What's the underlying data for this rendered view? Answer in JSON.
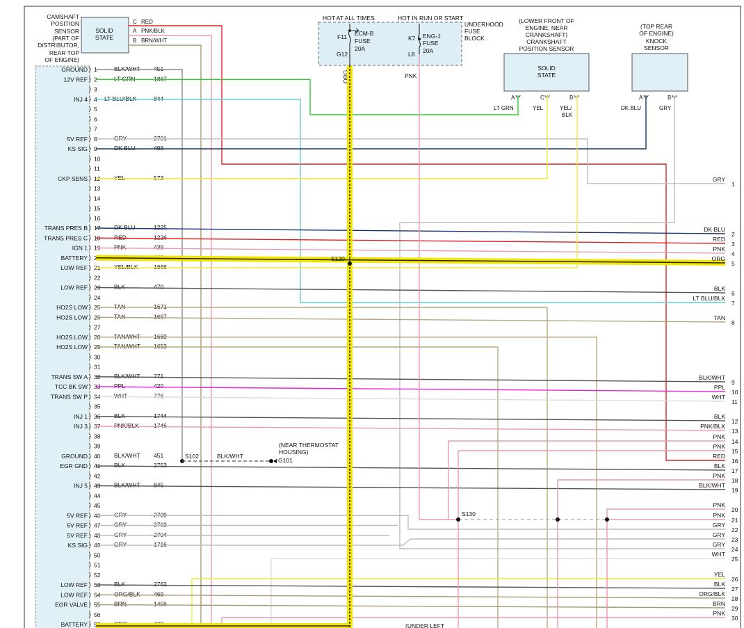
{
  "camshaft_sensor": {
    "label_lines": [
      "CAMSHAFT",
      "POSITION",
      "SENSOR",
      "(PART OF",
      "DISTRIBUTOR,",
      "REAR TOP",
      "OF ENGINE)"
    ],
    "box_lines": [
      "SOLID",
      "STATE"
    ],
    "pins": [
      {
        "pin": "C",
        "color": "RED"
      },
      {
        "pin": "A",
        "color": "PNK/BLK"
      },
      {
        "pin": "B",
        "color": "BRN/WHT"
      }
    ]
  },
  "fuse_block": {
    "hot_at_all_times": "HOT AT ALL TIMES",
    "hot_in_run": "HOT IN RUN OR START",
    "block_lines": [
      "UNDERHOOD",
      "FUSE",
      "BLOCK"
    ],
    "fuse1": {
      "top": "F11",
      "bottom": "G12",
      "lines": [
        "ECM-B",
        "FUSE",
        "20A"
      ]
    },
    "fuse2": {
      "top": "K7",
      "bottom": "L8",
      "lines": [
        "ENG-1",
        "FUSE",
        "20A"
      ]
    },
    "wire1_color": "ORG",
    "wire2_color": "PNK"
  },
  "crank_sensor": {
    "label_lines": [
      "(LOWER FRONT OF",
      "ENGINE, NEAR",
      "CRANKSHAFT)",
      "CRANKSHAFT",
      "POSITION SENSOR"
    ],
    "box_lines": [
      "SOLID",
      "STATE"
    ],
    "pins": [
      {
        "pin": "A",
        "color": "LT GRN"
      },
      {
        "pin": "C",
        "color": "YEL"
      },
      {
        "pin": "B",
        "color": "YEL/",
        "color2": "BLK"
      }
    ]
  },
  "knock_sensor": {
    "label_lines": [
      "(TOP REAR",
      "OF ENGINE)",
      "KNOCK",
      "SENSOR"
    ],
    "pins": [
      {
        "pin": "A",
        "color": "DK BLU"
      },
      {
        "pin": "B",
        "color": "GRY"
      }
    ]
  },
  "splices": {
    "s120": "S120",
    "s102": "S102",
    "s130": "S130",
    "g101": "G101",
    "g101_note": [
      "(NEAR THERMOSTAT",
      "HOUSING)"
    ],
    "s102_wire": "BLK/WHT",
    "under_left": "(UNDER LEFT"
  },
  "ecm_pins": [
    {
      "pin": "1",
      "func": "GROUND",
      "color": "BLK/WHT",
      "circuit": "451"
    },
    {
      "pin": "2",
      "func": "12V REF",
      "color": "LT GRN",
      "circuit": "1867"
    },
    {
      "pin": "3",
      "func": "",
      "color": "",
      "circuit": ""
    },
    {
      "pin": "4",
      "func": "INJ 4",
      "color": "LT BLU/BLK",
      "circuit": "844"
    },
    {
      "pin": "5",
      "func": "",
      "color": "",
      "circuit": ""
    },
    {
      "pin": "6",
      "func": "",
      "color": "",
      "circuit": ""
    },
    {
      "pin": "7",
      "func": "",
      "color": "",
      "circuit": ""
    },
    {
      "pin": "8",
      "func": "5V REF",
      "color": "GRY",
      "circuit": "2701"
    },
    {
      "pin": "9",
      "func": "KS SIG",
      "color": "DK BLU",
      "circuit": "496"
    },
    {
      "pin": "10",
      "func": "",
      "color": "",
      "circuit": ""
    },
    {
      "pin": "11",
      "func": "",
      "color": "",
      "circuit": ""
    },
    {
      "pin": "12",
      "func": "CKP SENS",
      "color": "YEL",
      "circuit": "573"
    },
    {
      "pin": "13",
      "func": "",
      "color": "",
      "circuit": ""
    },
    {
      "pin": "14",
      "func": "",
      "color": "",
      "circuit": ""
    },
    {
      "pin": "15",
      "func": "",
      "color": "",
      "circuit": ""
    },
    {
      "pin": "16",
      "func": "",
      "color": "",
      "circuit": ""
    },
    {
      "pin": "17",
      "func": "TRANS PRES B",
      "color": "DK BLU",
      "circuit": "1225"
    },
    {
      "pin": "18",
      "func": "TRANS PRES C",
      "color": "RED",
      "circuit": "1226"
    },
    {
      "pin": "19",
      "func": "IGN 1",
      "color": "PNK",
      "circuit": "439"
    },
    {
      "pin": "20",
      "func": "BATTERY",
      "color": "ORG",
      "circuit": "440"
    },
    {
      "pin": "21",
      "func": "LOW REF",
      "color": "YEL/BLK",
      "circuit": "1868"
    },
    {
      "pin": "22",
      "func": "",
      "color": "",
      "circuit": ""
    },
    {
      "pin": "23",
      "func": "LOW REF",
      "color": "BLK",
      "circuit": "470"
    },
    {
      "pin": "24",
      "func": "",
      "color": "",
      "circuit": ""
    },
    {
      "pin": "25",
      "func": "HO2S LOW",
      "color": "TAN",
      "circuit": "1671"
    },
    {
      "pin": "26",
      "func": "HO2S LOW",
      "color": "TAN",
      "circuit": "1667"
    },
    {
      "pin": "27",
      "func": "",
      "color": "",
      "circuit": ""
    },
    {
      "pin": "28",
      "func": "HO2S LOW",
      "color": "TAN/WHT",
      "circuit": "1669"
    },
    {
      "pin": "29",
      "func": "HO2S LOW",
      "color": "TAN/WHT",
      "circuit": "1653"
    },
    {
      "pin": "30",
      "func": "",
      "color": "",
      "circuit": ""
    },
    {
      "pin": "31",
      "func": "",
      "color": "",
      "circuit": ""
    },
    {
      "pin": "32",
      "func": "TRANS SW A",
      "color": "BLK/WHT",
      "circuit": "771"
    },
    {
      "pin": "33",
      "func": "TCC BK SW",
      "color": "PPL",
      "circuit": "420"
    },
    {
      "pin": "34",
      "func": "TRANS SW P",
      "color": "WHT",
      "circuit": "776"
    },
    {
      "pin": "35",
      "func": "",
      "color": "",
      "circuit": ""
    },
    {
      "pin": "36",
      "func": "INJ 1",
      "color": "BLK",
      "circuit": "1744"
    },
    {
      "pin": "37",
      "func": "INJ 3",
      "color": "PNK/BLK",
      "circuit": "1746"
    },
    {
      "pin": "38",
      "func": "",
      "color": "",
      "circuit": ""
    },
    {
      "pin": "39",
      "func": "",
      "color": "",
      "circuit": ""
    },
    {
      "pin": "40",
      "func": "GROUND",
      "color": "BLK/WHT",
      "circuit": "451"
    },
    {
      "pin": "41",
      "func": "EGR GND",
      "color": "BLK",
      "circuit": "2753"
    },
    {
      "pin": "42",
      "func": "",
      "color": "",
      "circuit": ""
    },
    {
      "pin": "43",
      "func": "INJ 5",
      "color": "BLK/WHT",
      "circuit": "845"
    },
    {
      "pin": "44",
      "func": "",
      "color": "",
      "circuit": ""
    },
    {
      "pin": "45",
      "func": "",
      "color": "",
      "circuit": ""
    },
    {
      "pin": "46",
      "func": "5V REF",
      "color": "GRY",
      "circuit": "2709"
    },
    {
      "pin": "47",
      "func": "5V REF",
      "color": "GRY",
      "circuit": "2702"
    },
    {
      "pin": "48",
      "func": "5V REF",
      "color": "GRY",
      "circuit": "2704"
    },
    {
      "pin": "49",
      "func": "KS SIG",
      "color": "GRY",
      "circuit": "1716"
    },
    {
      "pin": "50",
      "func": "",
      "color": "",
      "circuit": ""
    },
    {
      "pin": "51",
      "func": "",
      "color": "",
      "circuit": ""
    },
    {
      "pin": "52",
      "func": "",
      "color": "",
      "circuit": ""
    },
    {
      "pin": "53",
      "func": "LOW REF",
      "color": "BLK",
      "circuit": "2762"
    },
    {
      "pin": "54",
      "func": "LOW REF",
      "color": "ORG/BLK",
      "circuit": "469"
    },
    {
      "pin": "55",
      "func": "EGR VALVE",
      "color": "BRN",
      "circuit": "1456"
    },
    {
      "pin": "56",
      "func": "",
      "color": "",
      "circuit": ""
    },
    {
      "pin": "57",
      "func": "BATTERY",
      "color": "ORG",
      "circuit": "440"
    }
  ],
  "right_terminals": [
    {
      "num": "1",
      "label": "GRY"
    },
    {
      "num": "2",
      "label": "DK BLU"
    },
    {
      "num": "3",
      "label": "RED"
    },
    {
      "num": "4",
      "label": "PNK"
    },
    {
      "num": "5",
      "label": "ORG"
    },
    {
      "num": "6",
      "label": "BLK"
    },
    {
      "num": "7",
      "label": "LT BLU/BLK"
    },
    {
      "num": "8",
      "label": "TAN"
    },
    {
      "num": "9",
      "label": "BLK/WHT"
    },
    {
      "num": "10",
      "label": "PPL"
    },
    {
      "num": "11",
      "label": "WHT"
    },
    {
      "num": "12",
      "label": "BLK"
    },
    {
      "num": "13",
      "label": "PNK/BLK"
    },
    {
      "num": "14",
      "label": "PNK"
    },
    {
      "num": "15",
      "label": "PNK"
    },
    {
      "num": "16",
      "label": "RED"
    },
    {
      "num": "17",
      "label": "BLK"
    },
    {
      "num": "18",
      "label": "PNK"
    },
    {
      "num": "19",
      "label": "BLK/WHT"
    },
    {
      "num": "20",
      "label": "PNK"
    },
    {
      "num": "21",
      "label": "PNK"
    },
    {
      "num": "22",
      "label": "GRY"
    },
    {
      "num": "23",
      "label": "GRY"
    },
    {
      "num": "24",
      "label": "GRY"
    },
    {
      "num": "25",
      "label": "WHT"
    },
    {
      "num": "26",
      "label": "YEL"
    },
    {
      "num": "27",
      "label": "BLK"
    },
    {
      "num": "28",
      "label": "ORG/BLK"
    },
    {
      "num": "29",
      "label": "BRN"
    },
    {
      "num": "30",
      "label": "PNK"
    }
  ],
  "wire_colors": {
    "RED": "#dd2222",
    "PNK": "#e79ab4",
    "BRN": "#a89a70",
    "GRY": "#bdbdbd",
    "LTGRN": "#33cc33",
    "LTBLU": "#66cccc",
    "DKBLU": "#1a3570",
    "YEL": "#f2e93a",
    "ORG_CORE": "#222222",
    "ORG_GLOW": "#f3e600",
    "BLK": "#555555",
    "PPL": "#ee22dd",
    "WHT": "#dddddd",
    "TAN": "#b8a77a",
    "ECM_BG": "#dff0f7",
    "FUSE_BG": "#ddeef6"
  }
}
